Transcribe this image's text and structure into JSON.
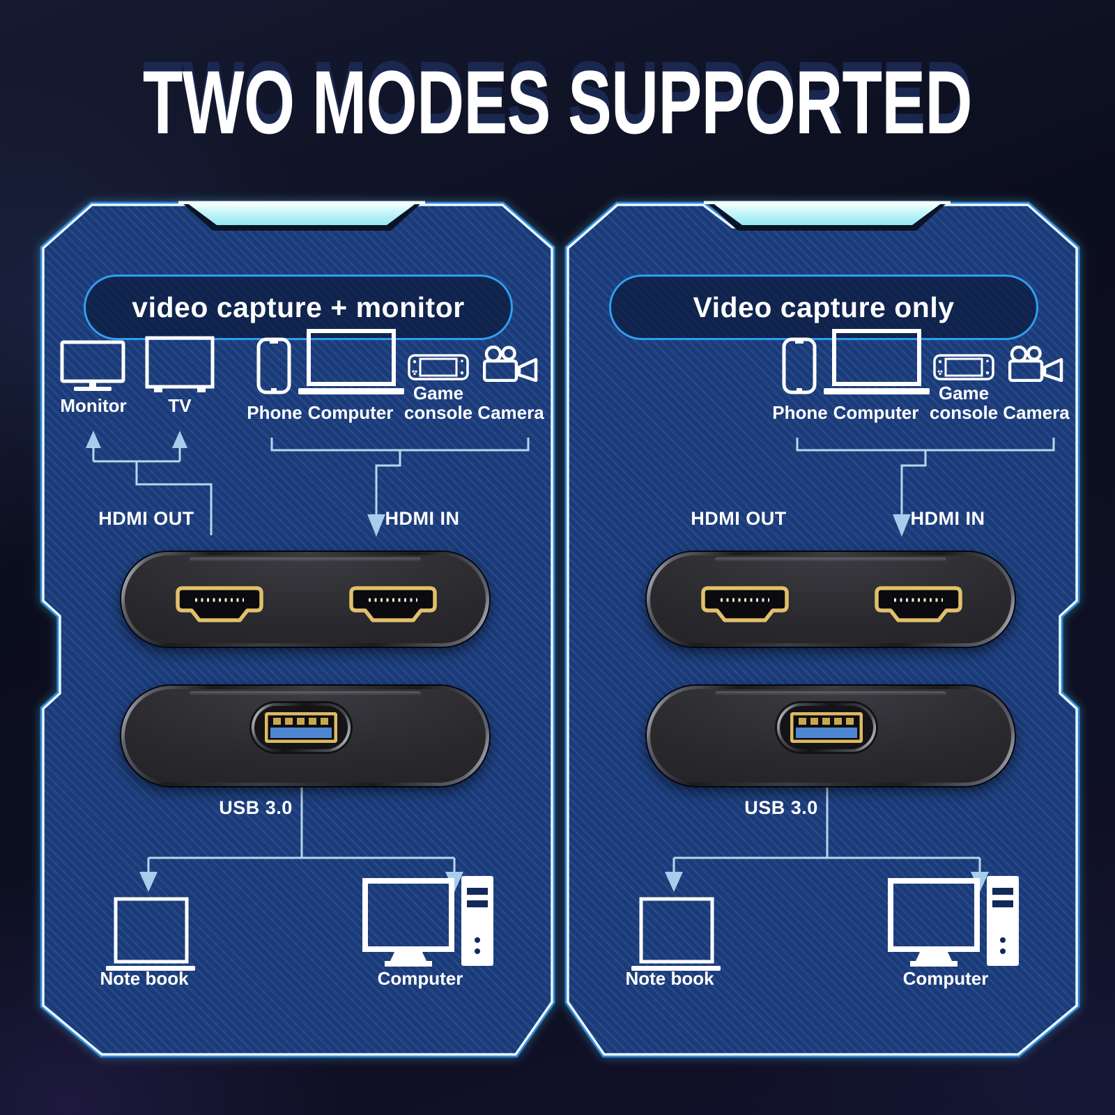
{
  "title": "TWO MODES SUPPORTED",
  "panels": [
    {
      "mode_label": "video capture + monitor",
      "output_devices": [
        {
          "label": "Monitor",
          "icon": "monitor-icon"
        },
        {
          "label": "TV",
          "icon": "tv-icon"
        }
      ],
      "source_devices": [
        {
          "label": "Phone",
          "icon": "phone-icon"
        },
        {
          "label": "Computer",
          "icon": "laptop-icon"
        },
        {
          "label": "Game console",
          "icon": "game-console-icon"
        },
        {
          "label": "Camera",
          "icon": "video-camera-icon"
        }
      ],
      "port_labels": {
        "hdmi_out": "HDMI OUT",
        "hdmi_in": "HDMI IN",
        "usb": "USB 3.0"
      },
      "host_devices": [
        {
          "label": "Note book",
          "icon": "notebook-icon"
        },
        {
          "label": "Computer",
          "icon": "desktop-computer-icon"
        }
      ]
    },
    {
      "mode_label": "Video capture only",
      "output_devices": [],
      "source_devices": [
        {
          "label": "Phone",
          "icon": "phone-icon"
        },
        {
          "label": "Computer",
          "icon": "laptop-icon"
        },
        {
          "label": "Game console",
          "icon": "game-console-icon"
        },
        {
          "label": "Camera",
          "icon": "video-camera-icon"
        }
      ],
      "port_labels": {
        "hdmi_out": "HDMI OUT",
        "hdmi_in": "HDMI IN",
        "usb": "USB 3.0"
      },
      "host_devices": [
        {
          "label": "Note book",
          "icon": "notebook-icon"
        },
        {
          "label": "Computer",
          "icon": "desktop-computer-icon"
        }
      ]
    }
  ],
  "colors": {
    "background": "#0c0f1e",
    "panel_fill": "#1c3b76",
    "panel_stripe": "#24488c",
    "panel_border": "#e9f8ff",
    "accent_blue": "#2f9ff0",
    "notch_cyan": "#a8eef6",
    "connector": "#b9d6ee",
    "hdmi_gold": "#e2c06a",
    "usb_blue": "#4e86d2",
    "text": "#ffffff"
  }
}
